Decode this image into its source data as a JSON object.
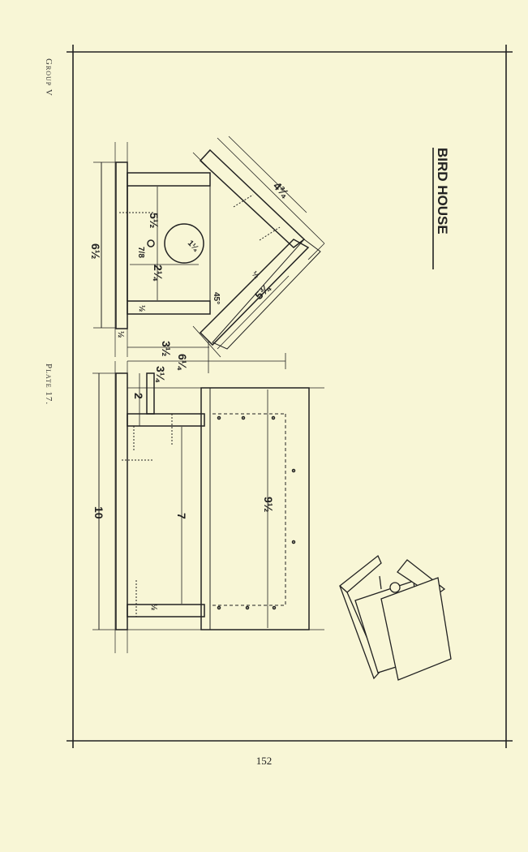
{
  "header": {
    "group": "Group V",
    "plate": "Plate 17."
  },
  "drawing": {
    "title": "BIRD HOUSE",
    "dimensions": {
      "d_6_half": "6½",
      "d_5_half": "5½",
      "d_7_8": "7/8",
      "d_1_quarter": "1¼",
      "d_2_quarter": "2¼",
      "d_half_a": "½",
      "d_half_b": "½",
      "d_half_c": "½",
      "d_half_d": "½",
      "d_45": "45°",
      "d_4_3_4": "4¾",
      "d_5_3_4": "5¾",
      "d_3_half": "3½",
      "d_6_quarter": "6¼",
      "d_3_quarter": "3¼",
      "d_2": "2",
      "d_10": "10",
      "d_7": "7",
      "d_9_half": "9½"
    }
  },
  "footer": {
    "page_number": "152"
  },
  "colors": {
    "paper": "#f8f6d6",
    "ink": "#222222"
  }
}
